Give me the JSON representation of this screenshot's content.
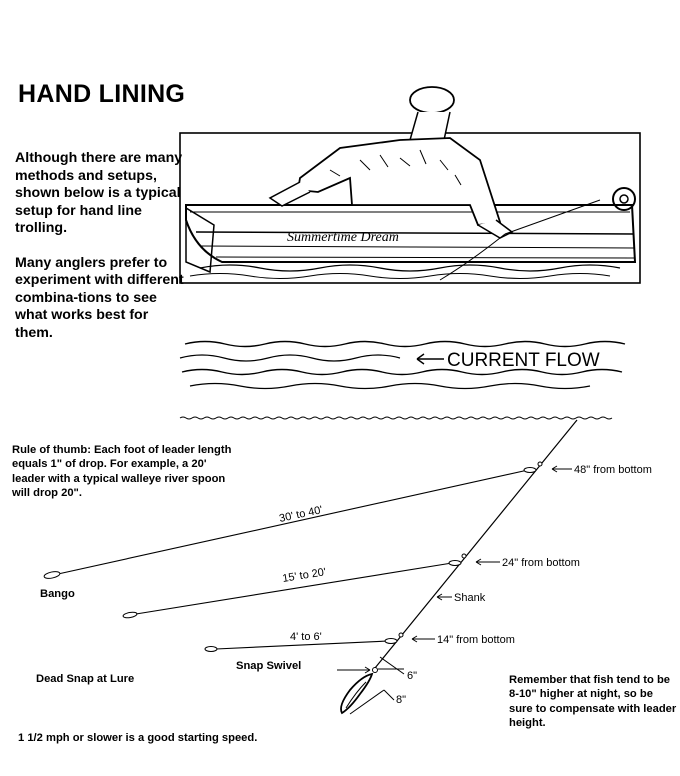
{
  "title": "HAND LINING",
  "intro": {
    "paragraph1": "Although there are many methods and setups, shown below is a typical setup for hand line trolling.",
    "paragraph2": "Many anglers prefer to experiment with different combina-tions to see what works best for them."
  },
  "boat_name": "Summertime Dream",
  "current_flow": "CURRENT FLOW",
  "rule_of_thumb": "Rule of thumb:  Each foot of leader length equals 1\" of drop.  For example, a 20' leader with a typical walleye river spoon will drop 20\".",
  "leaders": [
    {
      "length": "30' to 40'",
      "position": "48\" from bottom",
      "lure": "Bango"
    },
    {
      "length": "15' to 20'",
      "position": "24\" from bottom"
    },
    {
      "length": "4' to 6'",
      "position": "14\" from bottom",
      "lure": "Snap Swivel"
    }
  ],
  "labels": {
    "shank": "Shank",
    "dead_snap": "Dead Snap at Lure",
    "dim_6": "6\"",
    "dim_8": "8\""
  },
  "remember": "Remember that fish tend to be 8-10\" higher at night, so be sure to compensate with leader height.",
  "speed_note": "1 1/2 mph or slower is a good starting speed."
}
